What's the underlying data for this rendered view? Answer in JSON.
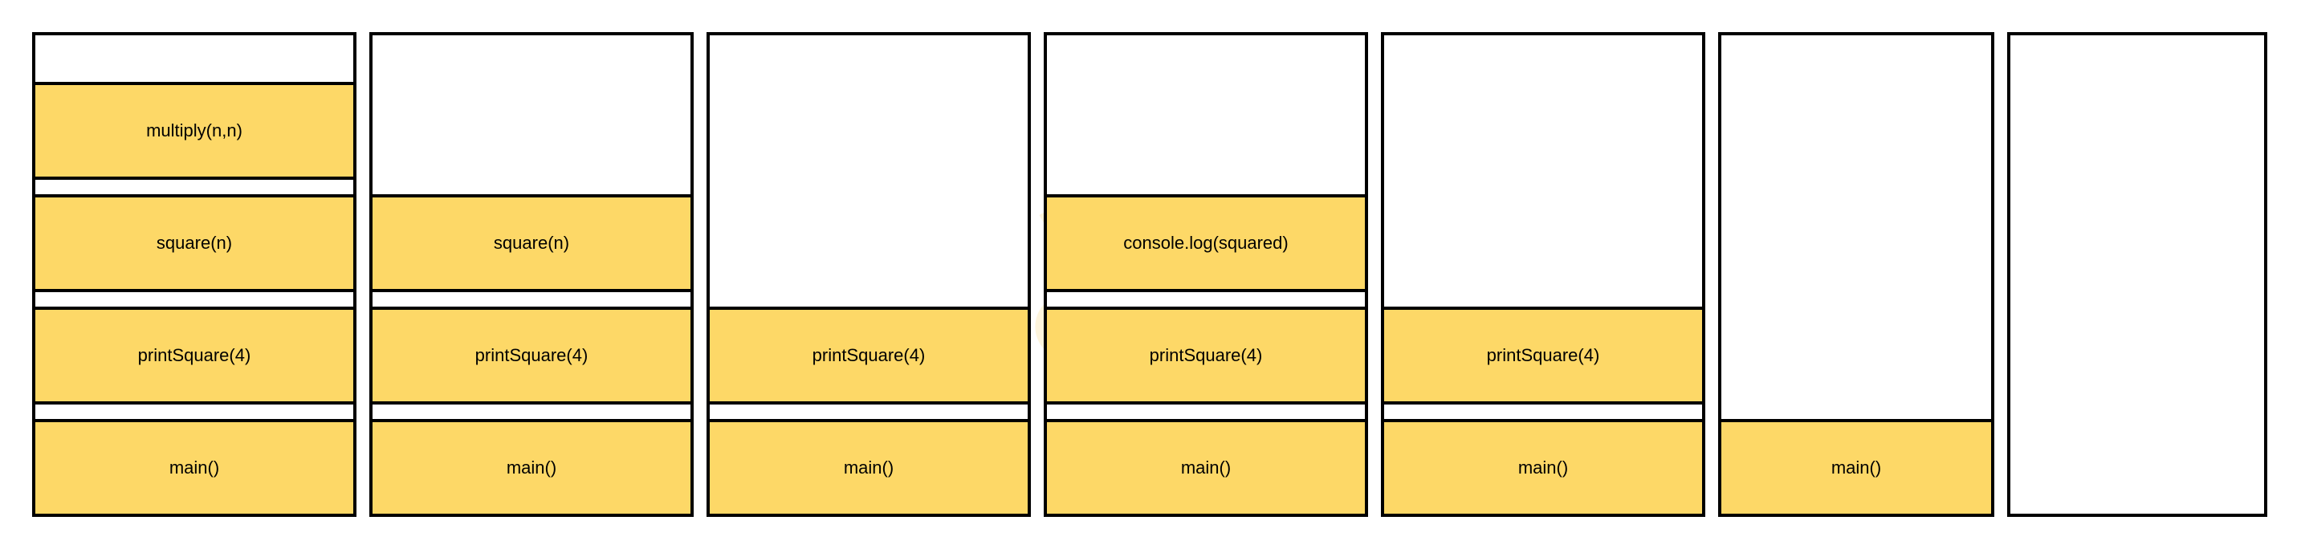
{
  "colors": {
    "frame_fill": "#fdd867",
    "border": "#000000",
    "background": "#ffffff"
  },
  "stacks": [
    {
      "frames": [
        "main()",
        "printSquare(4)",
        "square(n)",
        "multiply(n,n)"
      ]
    },
    {
      "frames": [
        "main()",
        "printSquare(4)",
        "square(n)"
      ]
    },
    {
      "frames": [
        "main()",
        "printSquare(4)"
      ]
    },
    {
      "frames": [
        "main()",
        "printSquare(4)",
        "console.log(squared)"
      ]
    },
    {
      "frames": [
        "main()",
        "printSquare(4)"
      ]
    },
    {
      "frames": [
        "main()"
      ]
    },
    {
      "frames": []
    }
  ]
}
